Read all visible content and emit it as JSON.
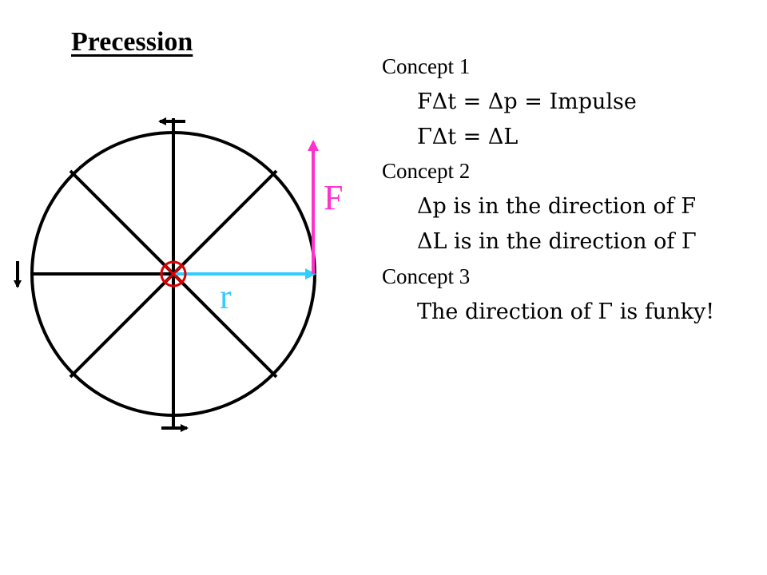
{
  "title": "Precession",
  "diagram": {
    "force_label": "F",
    "radius_label": "r",
    "colors": {
      "force": "#ff33cc",
      "radius": "#33ccff",
      "pivot": "#dd0000",
      "wheel": "#000000"
    }
  },
  "concepts": [
    {
      "heading": "Concept 1",
      "lines": [
        "FΔt = Δp = Impulse",
        "ΓΔt = ΔL"
      ]
    },
    {
      "heading": "Concept 2",
      "lines": [
        "Δp is in the direction of F",
        "ΔL is in the direction of Γ"
      ]
    },
    {
      "heading": "Concept 3",
      "lines": [
        "The direction of Γ is funky!"
      ]
    }
  ]
}
